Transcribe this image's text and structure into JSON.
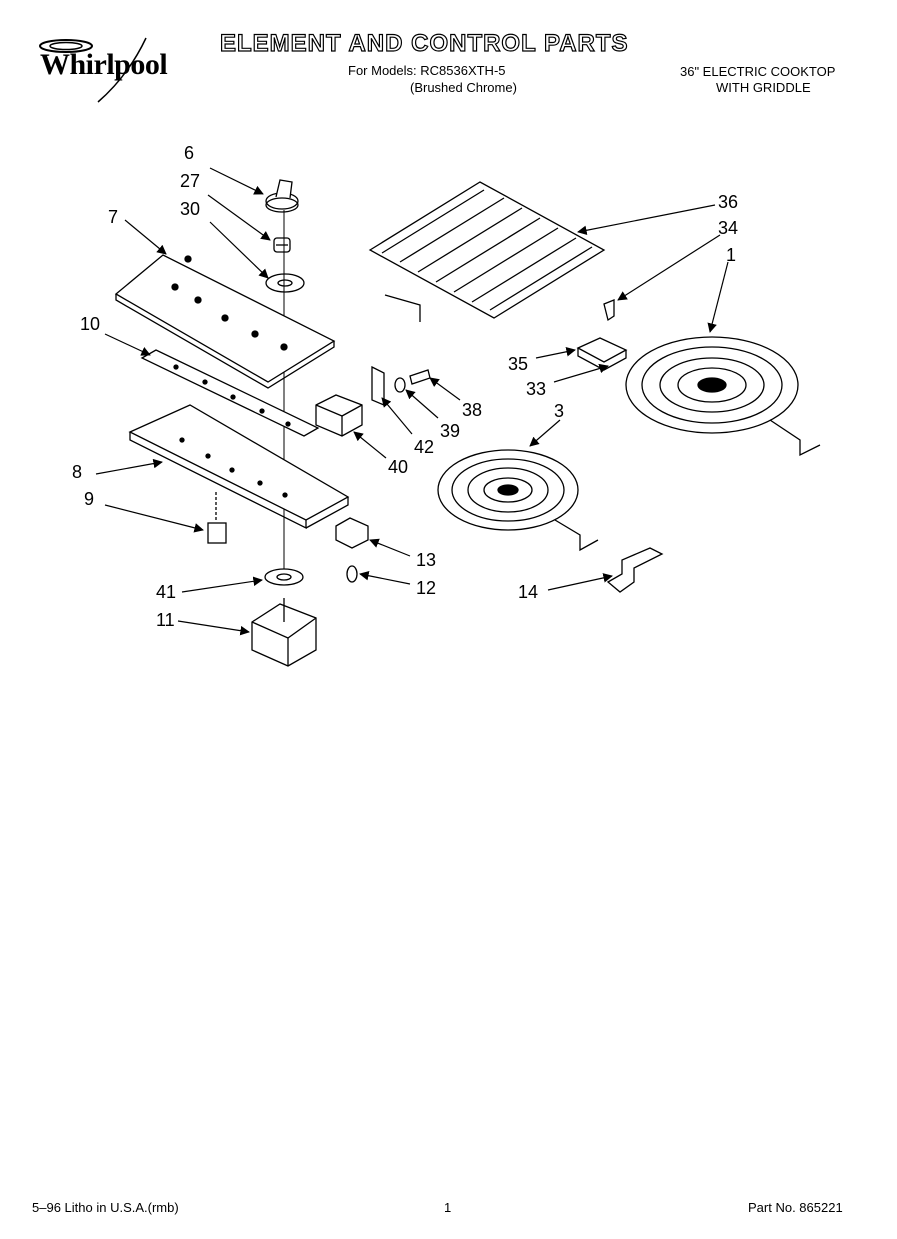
{
  "header": {
    "brand": "Whirlpool",
    "title": "ELEMENT AND CONTROL PARTS",
    "models": "For Models: RC8536XTH-5",
    "finish": "(Brushed Chrome)",
    "product_line1": "36\" ELECTRIC COOKTOP",
    "product_line2": "WITH GRIDDLE"
  },
  "callouts": [
    "6",
    "27",
    "30",
    "7",
    "10",
    "8",
    "9",
    "41",
    "11",
    "36",
    "34",
    "1",
    "35",
    "33",
    "38",
    "39",
    "42",
    "40",
    "3",
    "13",
    "12",
    "14"
  ],
  "footer": {
    "litho": "5–96 Litho in U.S.A.(rmb)",
    "page": "1",
    "part_no": "Part No. 865221"
  }
}
